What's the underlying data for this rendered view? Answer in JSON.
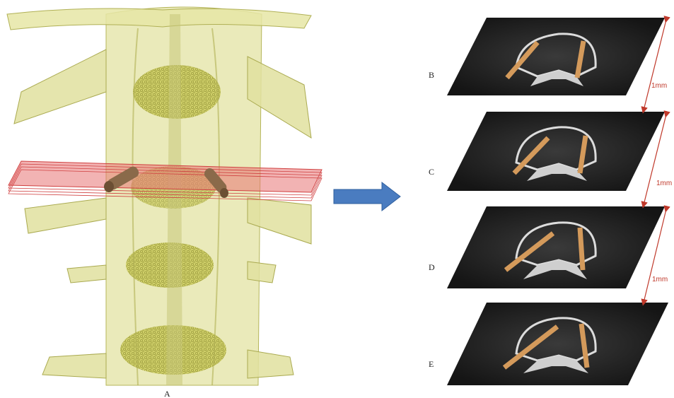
{
  "figure": {
    "labels": {
      "a": "A",
      "b": "B",
      "c": "C",
      "d": "D",
      "e": "E"
    },
    "spacing_labels": [
      "1mm",
      "1mm",
      "1mm"
    ],
    "colors": {
      "bone": "#d8dc8c",
      "bone_edge": "#a9ac48",
      "cancellous": "#b6b640",
      "plane": "#e87474",
      "screw": "#c99b62",
      "arrow": "#4a7cc0",
      "ct_background": "#1a1a1a",
      "dimension": "#c0392b"
    }
  }
}
